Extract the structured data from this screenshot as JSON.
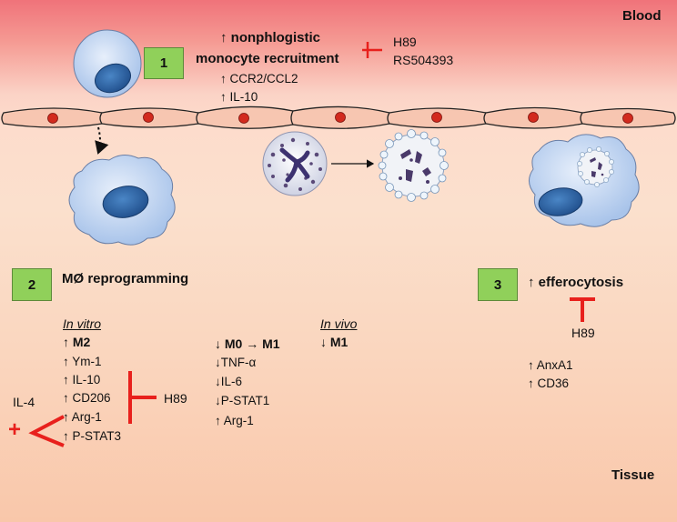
{
  "regions": {
    "top": "Blood",
    "bottom": "Tissue"
  },
  "step1": {
    "number": "1",
    "heading_line1": "↑ nonphlogistic",
    "heading_line2": "monocyte recruitment",
    "markers": [
      "↑ CCR2/CCL2",
      "↑ IL-10"
    ],
    "inhibitors": [
      "H89",
      "RS504393"
    ]
  },
  "step2": {
    "number": "2",
    "heading": "MØ reprogramming",
    "in_vitro": {
      "label": "In vitro",
      "result": "↑ M2",
      "markers": [
        "↑ Ym-1",
        "↑ IL-10",
        "↑ CD206",
        "↑ Arg-1",
        "↑ P-STAT3"
      ],
      "inhibitor": "H89",
      "activator": "IL-4",
      "activator_sign": "+"
    },
    "polarization": {
      "result": "↓ M0 → M1",
      "markers": [
        "↓TNF-α",
        "↓IL-6",
        "↓P-STAT1",
        "↑ Arg-1"
      ]
    },
    "in_vivo": {
      "label": "In vivo",
      "result": "↓ M1"
    }
  },
  "step3": {
    "number": "3",
    "heading": "↑ efferocytosis",
    "inhibitor": "H89",
    "markers": [
      "↑ AnxA1",
      "↑ CD36"
    ]
  },
  "colors": {
    "inhibition": "#e8201c",
    "number_box": "#90d05a",
    "cell_fill": "#c7d9f3",
    "nucleus": "#2e64a6",
    "endothelial": "#f7c6b1",
    "endothelial_nucleus": "#d22a1e"
  }
}
